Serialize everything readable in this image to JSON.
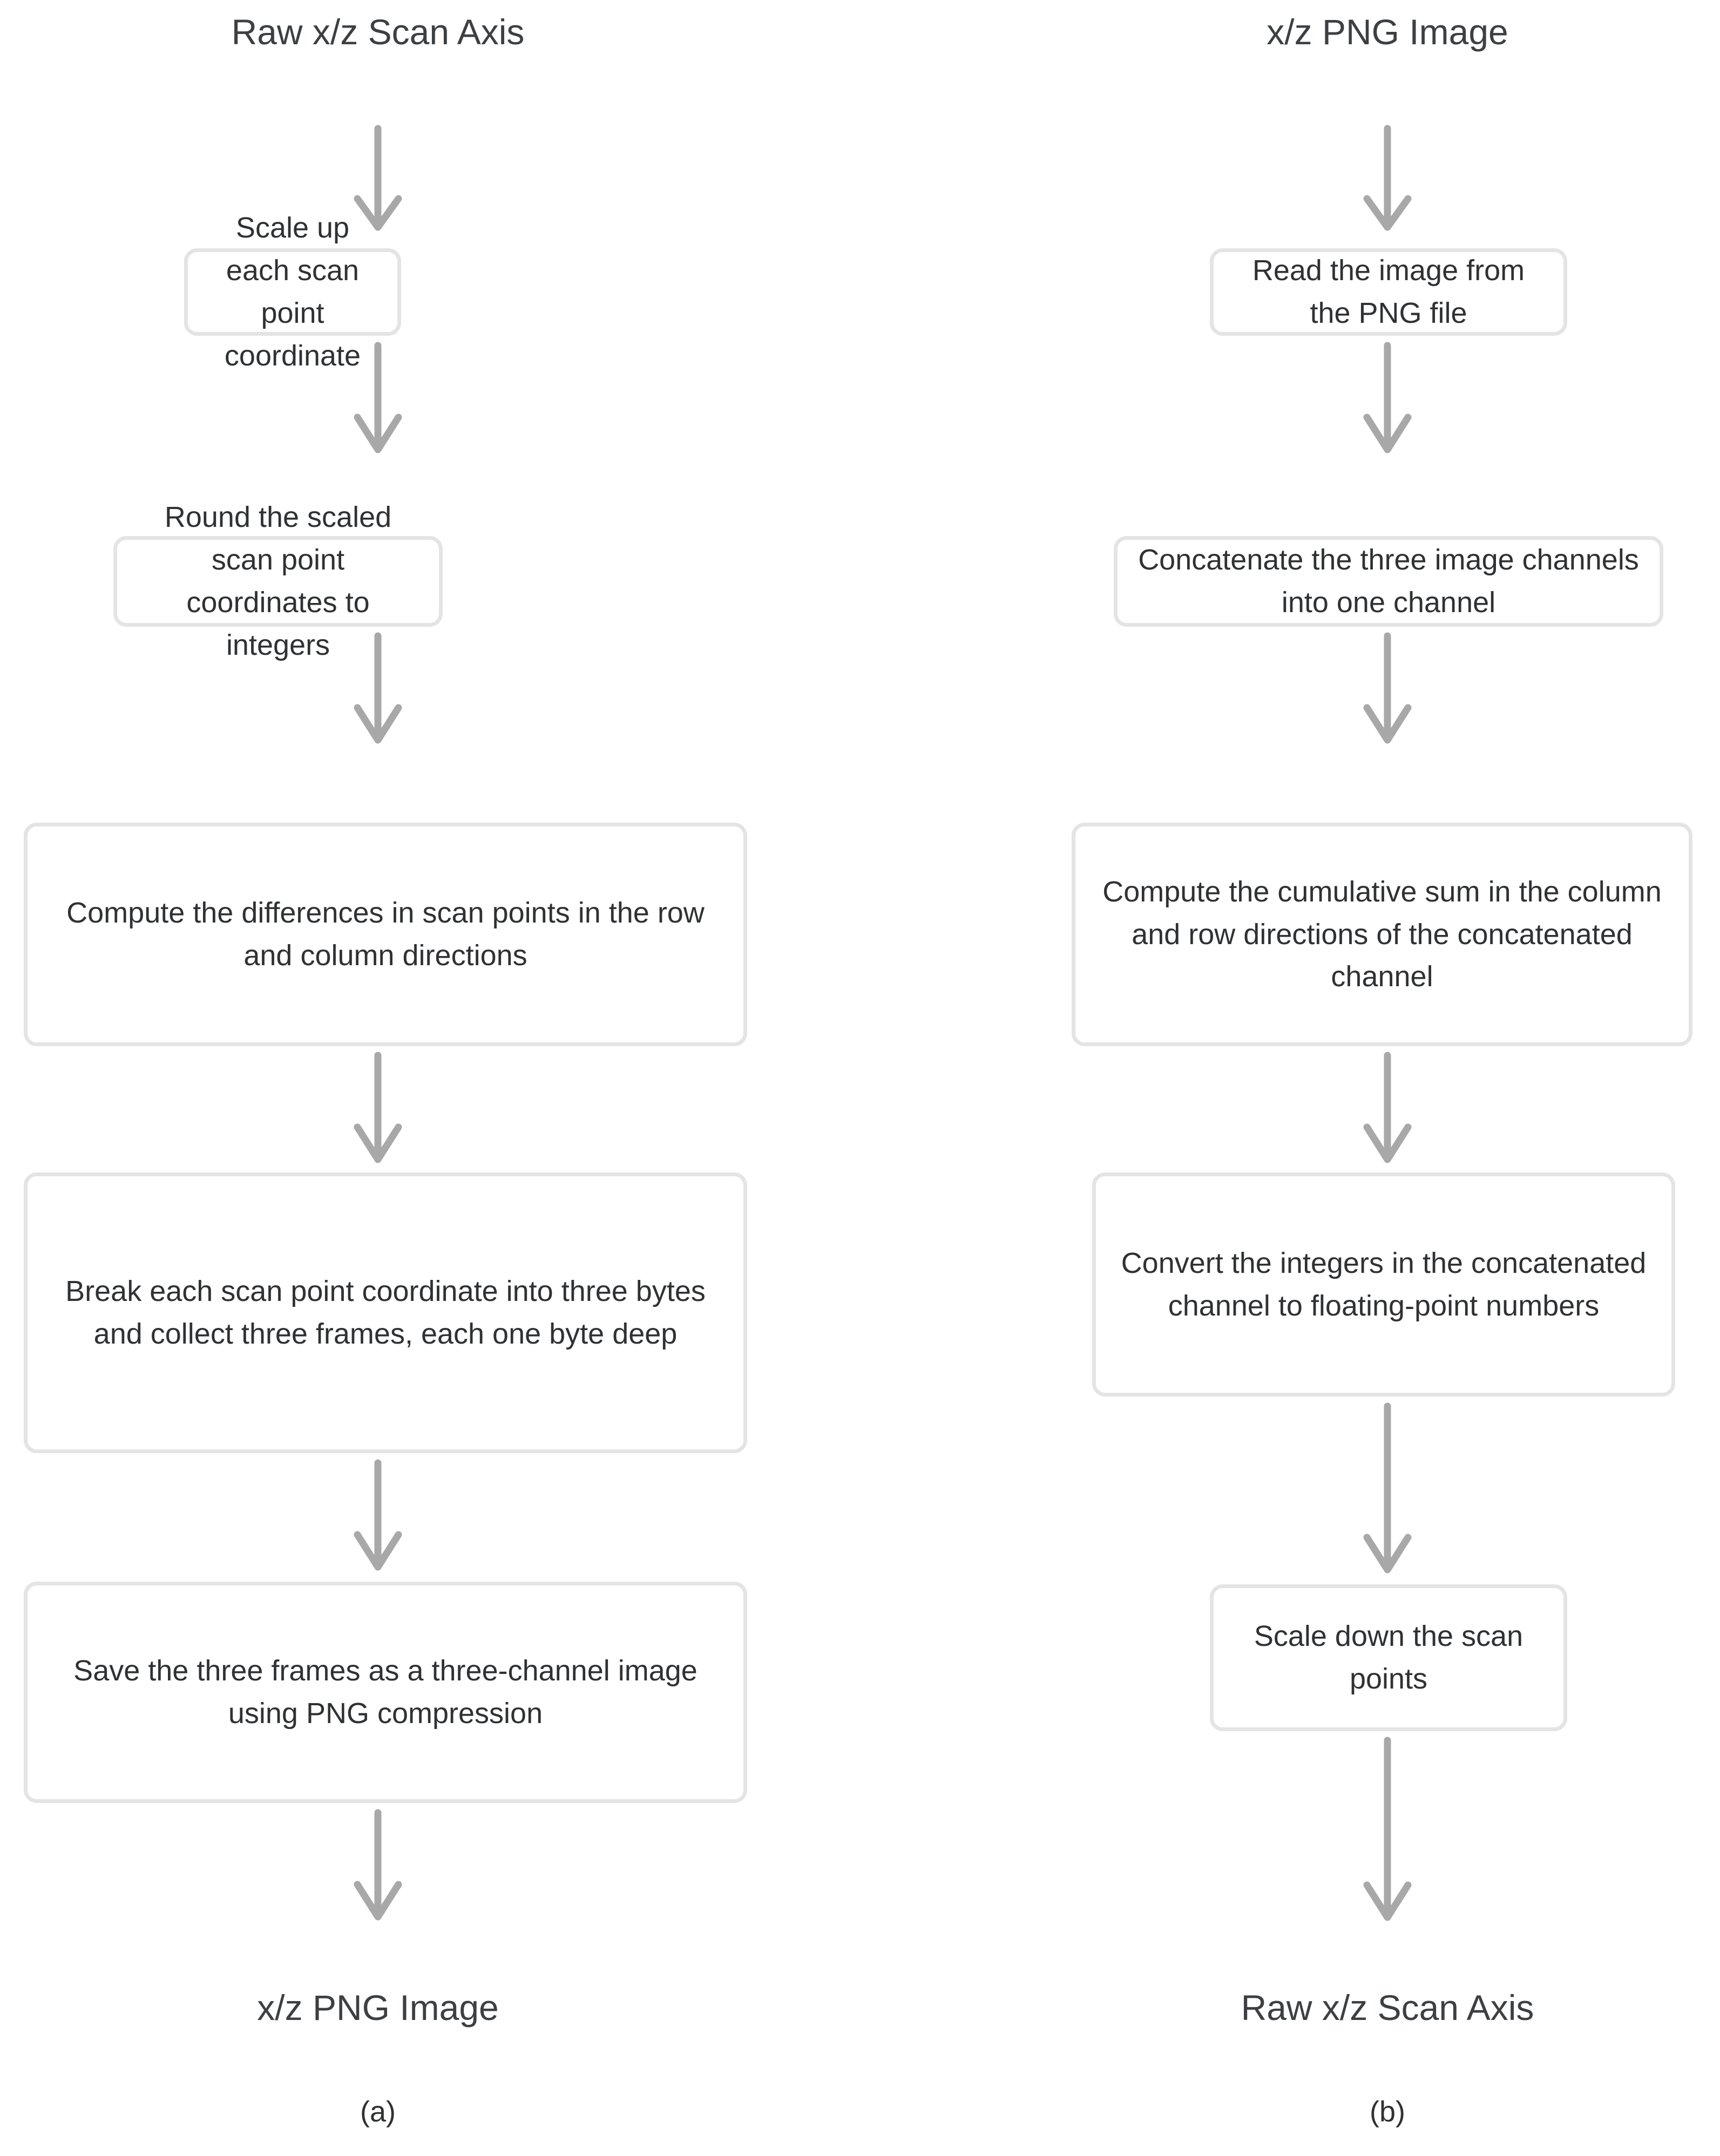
{
  "figure": {
    "type": "flowchart",
    "orientation": "top-to-bottom",
    "panel_count": 2,
    "colors": {
      "background": "#ffffff",
      "box_border": "#e4e4e4",
      "box_fill": "#ffffff",
      "arrow": "#a8a8a8",
      "text": "#2f3133",
      "endpoint_text": "#3c4043"
    }
  },
  "panels": [
    {
      "id": "panel-a",
      "caption": "(a)",
      "start_label": "Raw x/z Scan Axis",
      "end_label": "x/z PNG Image",
      "steps": [
        {
          "index": 1,
          "text": "Scale up each scan point coordinate"
        },
        {
          "index": 2,
          "text": "Round the scaled scan point coordinates to integers"
        },
        {
          "index": 3,
          "text": "Compute the differences in scan points in the row and column directions"
        },
        {
          "index": 4,
          "text": "Break each scan point coordinate into three bytes and collect three frames, each one byte deep"
        },
        {
          "index": 5,
          "text": "Save the three frames as a three-channel image using PNG compression"
        }
      ]
    },
    {
      "id": "panel-b",
      "caption": "(b)",
      "start_label": "x/z PNG Image",
      "end_label": "Raw x/z Scan Axis",
      "steps": [
        {
          "index": 1,
          "text": "Read the image from the PNG file"
        },
        {
          "index": 2,
          "text": "Concatenate the three image channels into one channel"
        },
        {
          "index": 3,
          "text": "Compute the cumulative sum in the column and row directions of the concatenated channel"
        },
        {
          "index": 4,
          "text": "Convert the integers in the concatenated channel to floating-point numbers"
        },
        {
          "index": 5,
          "text": "Scale down the scan points"
        }
      ]
    }
  ]
}
